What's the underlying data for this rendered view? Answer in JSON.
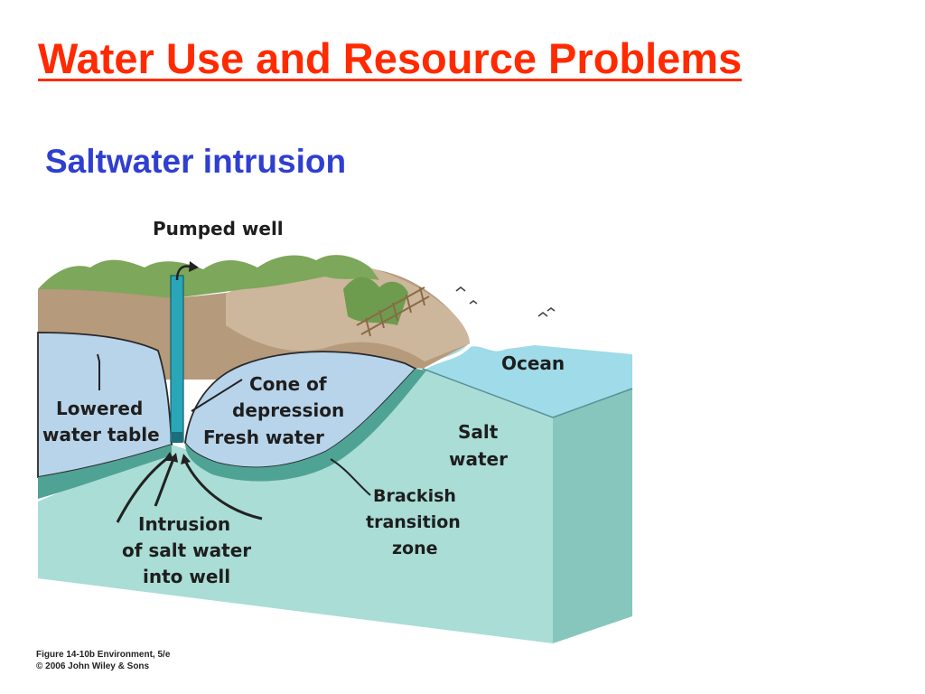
{
  "slide": {
    "title": "Water Use and Resource Problems",
    "subtitle": "Saltwater intrusion"
  },
  "diagram": {
    "labels": {
      "pumped_well": "Pumped well",
      "ocean": "Ocean",
      "cone_line1": "Cone of",
      "cone_line2": "depression",
      "lowered_line1": "Lowered",
      "lowered_line2": "water table",
      "fresh_water": "Fresh water",
      "salt_line1": "Salt",
      "salt_line2": "water",
      "brackish_line1": "Brackish",
      "brackish_line2": "transition",
      "brackish_line3": "zone",
      "intrusion_line1": "Intrusion",
      "intrusion_line2": "of salt water",
      "intrusion_line3": "into well"
    },
    "credit_line1": "Figure 14-10b  Environment, 5/e",
    "credit_line2": "© 2006 John Wiley & Sons"
  },
  "colors": {
    "title": "#ff2a00",
    "subtitle": "#2f3fd0",
    "soil": "#b59a7c",
    "fresh_water": "#b8d4ea",
    "brackish": "#4fa394",
    "salt_water": "#a9ddd6",
    "ocean": "#9fdbe8",
    "well_pipe": "#29a7b8"
  }
}
